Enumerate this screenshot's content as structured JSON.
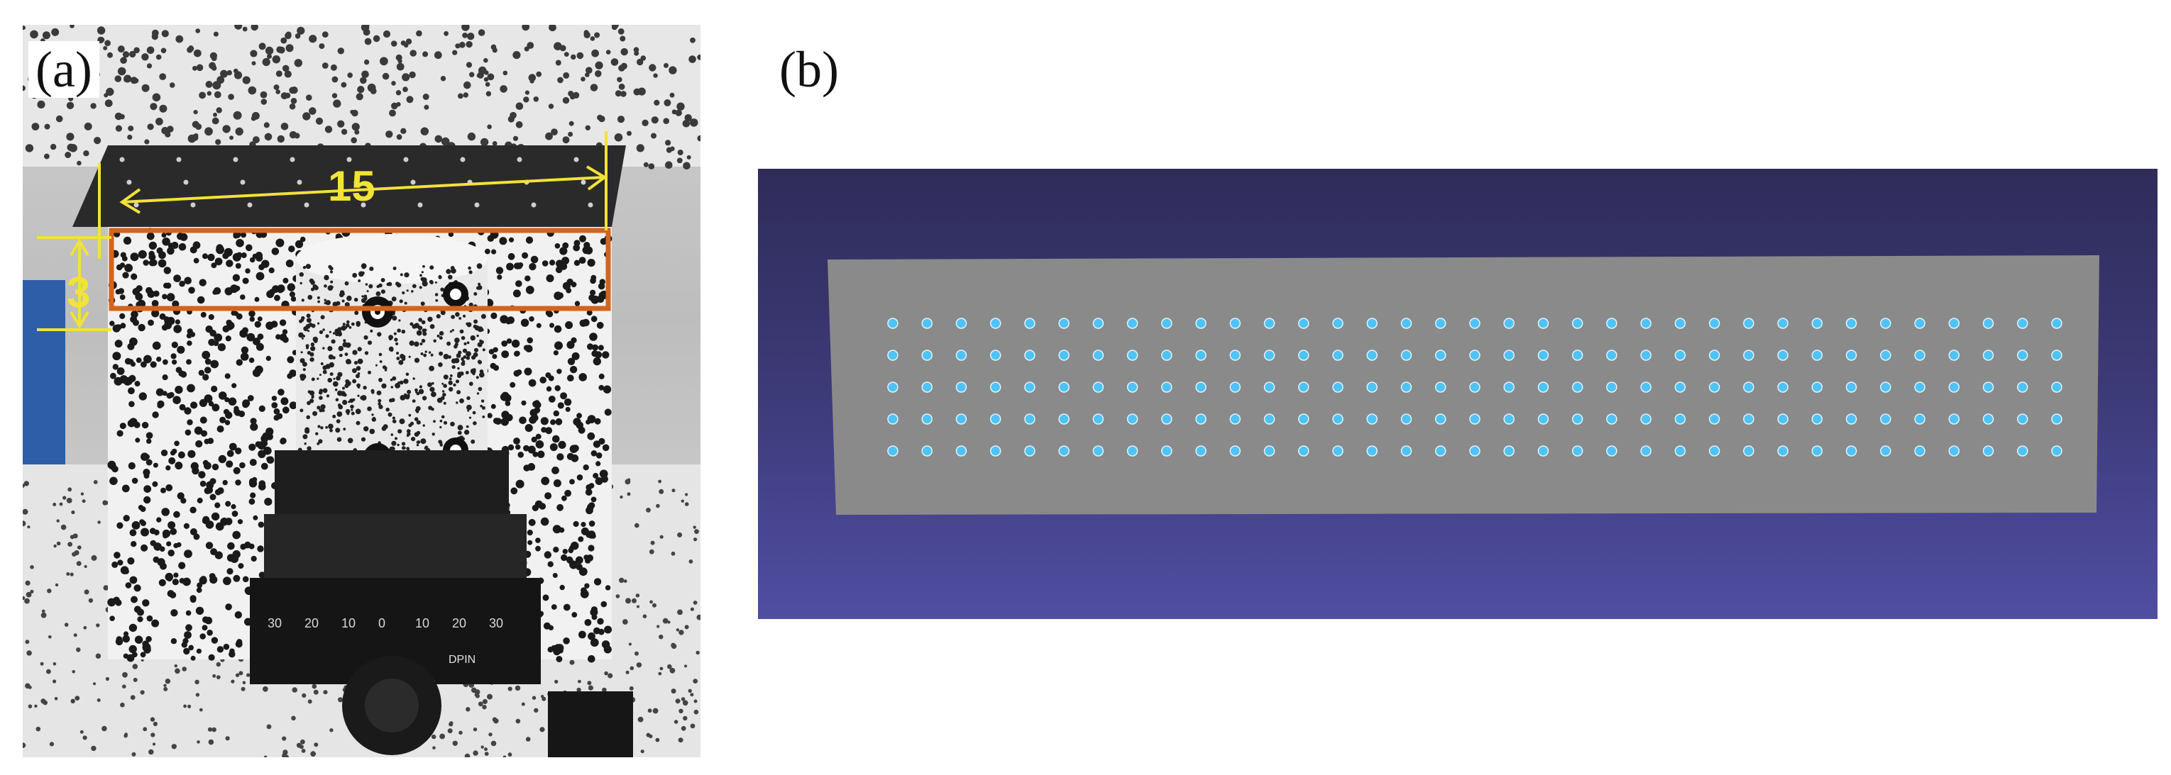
{
  "panel_a": {
    "label": "(a)",
    "dimension_width": "15",
    "dimension_height": "3",
    "stage_scale_ticks": [
      "30",
      "20",
      "10",
      "0",
      "10",
      "20",
      "30"
    ],
    "brand": "DPIN",
    "colors": {
      "annotation": "#f2e23a",
      "roi_box": "#d2641e",
      "speckle_block": "#f1f1f1"
    }
  },
  "panel_b": {
    "label": "(b)",
    "grid": {
      "rows": 5,
      "columns": 35
    },
    "colors": {
      "background_top": "#2f2c5a",
      "background_bottom": "#4f4ea2",
      "surface": "#8a8a8a",
      "point": "#4fc3f7"
    }
  }
}
